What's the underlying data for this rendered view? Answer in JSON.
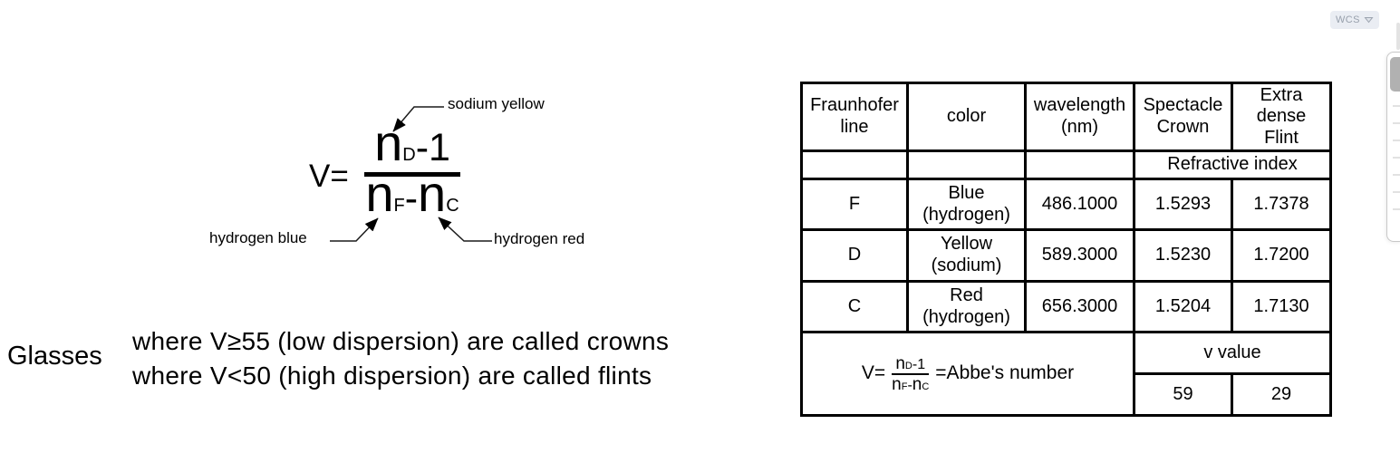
{
  "app": {
    "wcs_label": "WCS"
  },
  "figure": {
    "lhs": "V=",
    "fraction": {
      "num_base": "n",
      "num_sub": "D",
      "num_rest": "-1",
      "den_base1": "n",
      "den_sub1": "F",
      "den_minus": "-",
      "den_base2": "n",
      "den_sub2": "C"
    },
    "labels": {
      "sodium": "sodium yellow",
      "blue": "hydrogen blue",
      "red": "hydrogen red"
    }
  },
  "note": {
    "label": "Glasses",
    "line1": "where V≥55 (low dispersion) are called crowns",
    "line2": "where V<50 (high dispersion) are called flints"
  },
  "table": {
    "headers": {
      "fraunhofer": "Fraunhofer\nline",
      "color": "color",
      "wavelength": "wavelength\n(nm)",
      "crown": "Spectacle\nCrown",
      "flint": "Extra\ndense\nFlint"
    },
    "refractive_index_label": "Refractive index",
    "rows": [
      {
        "line": "F",
        "color": "Blue\n(hydrogen)",
        "wavelength": "486.1000",
        "crown": "1.5293",
        "flint": "1.7378"
      },
      {
        "line": "D",
        "color": "Yellow\n(sodium)",
        "wavelength": "589.3000",
        "crown": "1.5230",
        "flint": "1.7200"
      },
      {
        "line": "C",
        "color": "Red\n(hydrogen)",
        "wavelength": "656.3000",
        "crown": "1.5204",
        "flint": "1.7130"
      }
    ],
    "abbe": {
      "lhs": "V=",
      "num_base": "n",
      "num_sub": "D",
      "num_rest": "-1",
      "den_base1": "n",
      "den_sub1": "F",
      "den_minus": "-",
      "den_base2": "n",
      "den_sub2": "C",
      "rhs": "=Abbe's number"
    },
    "v_value_label": "v value",
    "v_crown": "59",
    "v_flint": "29"
  },
  "colors": {
    "ink": "#000000",
    "canvas_bg": "#ffffff",
    "wcs_bg": "#eaedf3",
    "wcs_text": "#98a0ac",
    "panel_border": "#c8c8c8",
    "panel_thumb": "#b1b1b1"
  }
}
